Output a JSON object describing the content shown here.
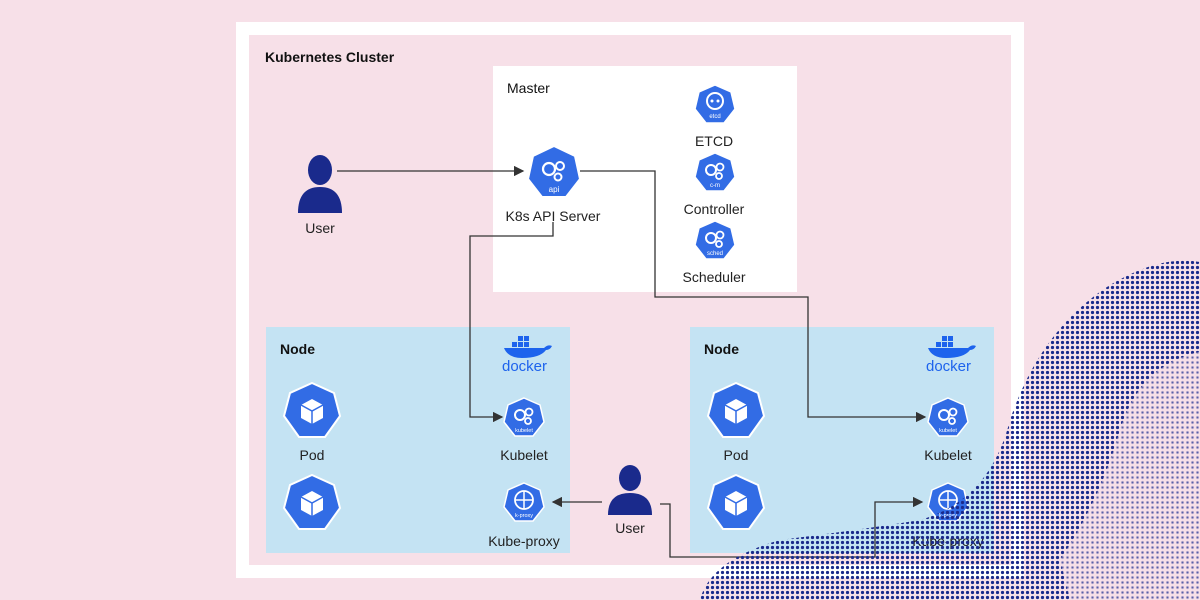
{
  "cluster": {
    "title": "Kubernetes Cluster"
  },
  "master": {
    "title": "Master",
    "api_server": {
      "label": "K8s API Server",
      "badge": "api"
    },
    "etcd": {
      "label": "ETCD",
      "badge": "etcd"
    },
    "controller": {
      "label": "Controller",
      "badge": "c-m"
    },
    "scheduler": {
      "label": "Scheduler",
      "badge": "sched"
    }
  },
  "nodes": [
    {
      "title": "Node",
      "docker_label": "docker",
      "pod_label": "Pod",
      "kubelet": {
        "label": "Kubelet",
        "badge": "kubelet"
      },
      "kube_proxy": {
        "label": "Kube-proxy",
        "badge": "k-proxy"
      }
    },
    {
      "title": "Node",
      "docker_label": "docker",
      "pod_label": "Pod",
      "kubelet": {
        "label": "Kubelet",
        "badge": "kubelet"
      },
      "kube_proxy": {
        "label": "Kube-proxy",
        "badge": "k-proxy"
      }
    }
  ],
  "users": [
    {
      "label": "User"
    },
    {
      "label": "User"
    }
  ],
  "colors": {
    "k8s_blue": "#326ce5",
    "user_navy": "#1a2a8c",
    "node_bg": "#c4e3f3",
    "cluster_bg": "#f7e0e8",
    "docker_blue": "#1d63ed",
    "arrow": "#333333"
  }
}
